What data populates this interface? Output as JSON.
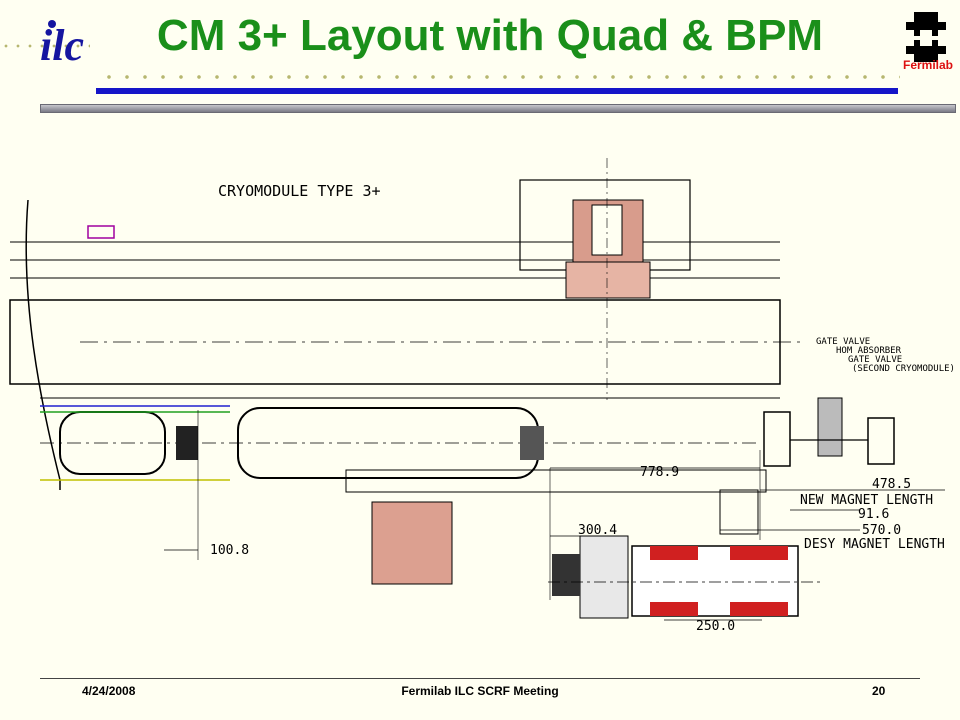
{
  "slide": {
    "title": "CM 3+ Layout with Quad & BPM",
    "logo_left": "ilc",
    "logo_right": "Fermilab",
    "drawing": {
      "heading": "CRYOMODULE TYPE 3+",
      "callouts": [
        "GATE VALVE",
        "HOM ABSORBER",
        "GATE VALVE",
        "(SECOND CRYOMODULE)"
      ],
      "dim_778": "778.9",
      "dim_478": "478.5",
      "new_magnet": "NEW MAGNET LENGTH",
      "dim_91": "91.6",
      "dim_570": "570.0",
      "desy_magnet": "DESY MAGNET LENGTH",
      "dim_300": "300.4",
      "dim_100": "100.8",
      "dim_250": "250.0"
    },
    "footer": {
      "date": "4/24/2008",
      "meeting": "Fermilab ILC SCRF Meeting",
      "page": "20"
    }
  },
  "colors": {
    "title_green": "#1a8f1a",
    "accent_blue": "#1515c8",
    "fermilab_red": "#d11"
  }
}
